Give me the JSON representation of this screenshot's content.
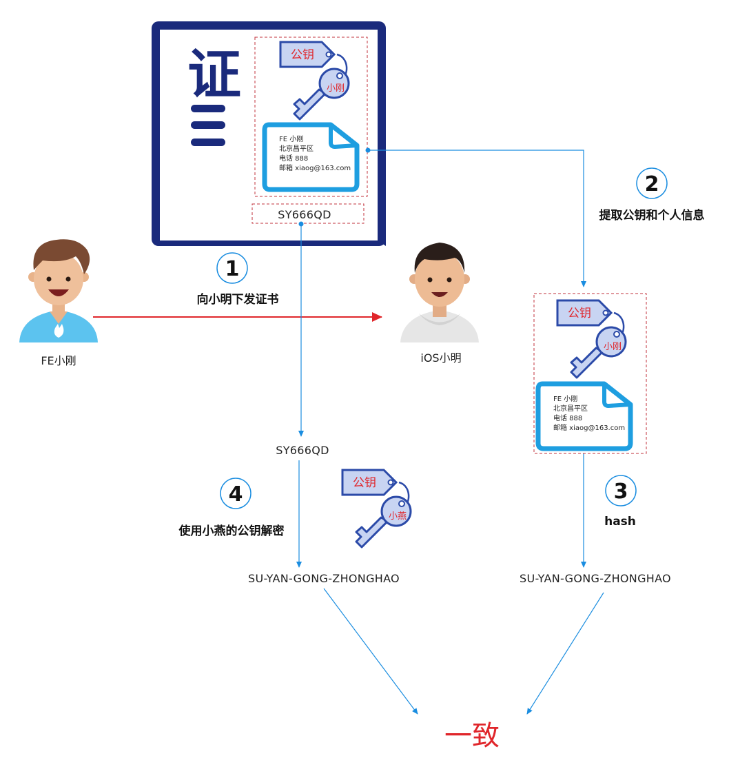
{
  "certificate": {
    "title_char": "证",
    "code": "SY666QD",
    "public_key_tag": "公钥",
    "key_owner": "小刚",
    "info_lines": [
      "FE 小刚",
      "北京昌平区",
      "电话 888",
      "邮箱 xiaog@163.com"
    ]
  },
  "extracted": {
    "public_key_tag": "公钥",
    "key_owner": "小刚",
    "info_lines": [
      "FE 小刚",
      "北京昌平区",
      "电话 888",
      "邮箱 xiaog@163.com"
    ]
  },
  "decrypt_key": {
    "public_key_tag": "公钥",
    "key_owner": "小燕"
  },
  "people": {
    "sender": "FE小刚",
    "receiver": "iOS小明"
  },
  "steps": [
    {
      "number": "1",
      "label": "向小明下发证书"
    },
    {
      "number": "2",
      "label": "提取公钥和个人信息"
    },
    {
      "number": "3",
      "label": "hash"
    },
    {
      "number": "4",
      "label": "使用小燕的公钥解密"
    }
  ],
  "flow": {
    "code_copy": "SY666QD",
    "decrypted_result": "SU-YAN-GONG-ZHONGHAO",
    "hash_result": "SU-YAN-GONG-ZHONGHAO",
    "conclusion": "一致"
  },
  "colors": {
    "cert_border": "#1a2a7c",
    "flow_arrow": "#1a8de0",
    "send_arrow": "#e0262b",
    "doc_border": "#1e9ee0",
    "tag_fill": "#c8d4f2",
    "conclusion": "#e0262b"
  }
}
